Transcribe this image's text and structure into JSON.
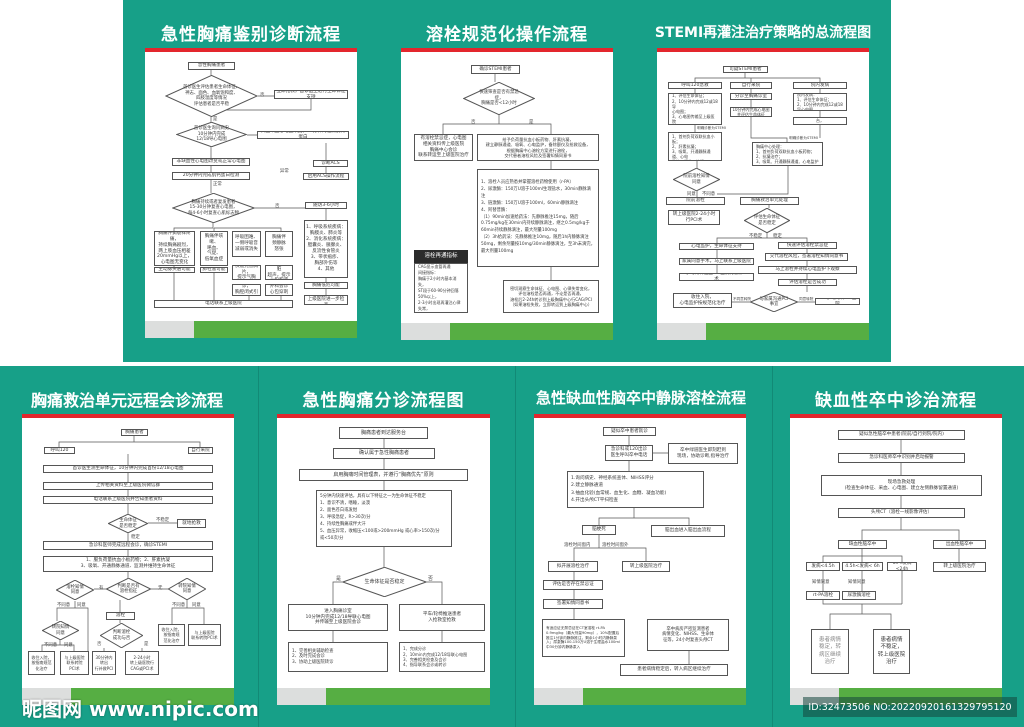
{
  "colors": {
    "background": "#17a088",
    "title_bar": "#e3262d",
    "accent_green": "#56ae43",
    "strip_gray": "#dcdedd"
  },
  "watermark": {
    "site": "昵图网 www.nipic.com",
    "id": "ID:32473506 NO:20220920161329795120"
  },
  "posters": [
    {
      "title": "急性胸痛鉴别诊断流程",
      "nodes": [
        "急性胸痛患者",
        "首诊医生评估患者生命体征、\n神志、面色、血氧饱和度、\n四肢温度等情况\n评估患者是否平稳",
        "立即抢救，首诊医生进行生命体征支持",
        "首诊医生询问病史\n10分钟内完成\n12/18导心电图",
        "典型缺血心电图改变，20分钟内检测肌钙蛋白",
        "非缺血性心电图改变或正常心电图",
        "20分钟内完成肌钙蛋白检测",
        "诊断ACS",
        "启用ACS操作流程",
        "胸痛持续或者复发患者\n15-30分钟复查心电图，\n每4-6小时复查心肌标志物",
        "随访3-6小时",
        "胸痛伴撕裂样疼痛，\n持续胸痛剧烈，\n两上肢血压相差\n20mmHg以上，\n心电图无变化",
        "胸痛伴咳嗽、\n咯血、\n气促、\n低氧血症",
        "呼吸困难、\n一侧呼吸音\n减弱或消失",
        "胸痛伴\n颈静脉\n怒张",
        "主动脉夹层可能",
        "肺栓塞可能",
        "快速完善胸片，\n提示气胸",
        "快速完善心脏\n超声，提示\n心包积液",
        "请外科会诊，\n胸腔闭式引流",
        "外科会诊\n心包穿刺",
        "1、呼吸系统疾病：\n胸膜炎、肺炎等\n2、消化系统疾病：\n胆囊炎、胰腺炎、\n反流性食管炎\n3、带状疱疹、\n胸部外伤等\n4、其他",
        "胸痛低危可能",
        "必要时建议到\n上级医院进一步检查",
        "电话联系上级医院"
      ],
      "labels": [
        "否",
        "是",
        "正常",
        "异常",
        "否"
      ]
    },
    {
      "title": "溶栓规范化操作流程",
      "nodes": [
        "确诊STEMI患者",
        "快速筛查是否有禁忌症，\n胸痛是否<12小时",
        "有溶栓禁忌症，心电图\n相关资料传上级医院\n胸痛中心会诊\n联系转运至上级医院治疗",
        "给予负荷量抗血小板药物、肝素抗凝，\n建立静脉通道、吸氧、心电监护，备除颤仪及抢救设备，\n根据胸痛中心溶栓方案进行溶栓，\n交代患者溶栓风险及签署知情同意书",
        "1、溶栓人员应熟悉并掌握溶栓药物使用（r-PA）\n2、尿激酶：150万U溶于100ml生理盐水，30min静脉滴注\n3、链激酶：150万U溶于100ml，60min静脉滴注\n4、阿替普酶：\n（1）90min加速给药法：先静脉推注15mg，随后0.75mg/kg在30min内持续静脉滴注，继之0.5mg/kg于60min持续静脉滴注，最大剂量100mg\n（2）3h给药法：先静脉推注10mg，随后1h内静脉滴注50mg，剩余剂量按10mg/30min静脉滴注，至3h末滴完，最大剂量100mg",
        "溶栓再通指标",
        "直接指标：\nCAG显示血管再通\n间接指标：\n胸痛于2小时内基本消失，\nST段于60-90分钟回落50%以上，\n2-3小时出现再灌注心律失常，\n酶峰提前",
        "密切观察生命体征、心电图、心律失常变化，\n评估溶栓是否再通，不论是否再通，\n溶栓后2-24h转诊到上级胸痛中心行CAG/PCI\n（如果溶栓失败，立即转运到上级胸痛中心）"
      ],
      "labels": [
        "否",
        "是"
      ]
    },
    {
      "title": "STEMI再灌注治疗策略的总流程图",
      "nodes": [
        "可疑STEMI患者",
        "呼叫120急救",
        "自行来院",
        "院内发病",
        "120急救流程：\n1、评估生命体征；\n2、10分钟内完成12或18导\n心电图；\n3、心电图传输至上级医院\n胸痛中心微信群",
        "分诊至胸痛诊室",
        "10分钟内完成心电图\n并评估生命体征",
        "院内发病：\n1、评估生命体征；\n2、10分钟内完成12或18导心电图",
        "上传心电图至胸痛中心平台，\n请上级医院会诊",
        "120救护：\n1、首剂负荷双联抗血小板；\n2、肝素抗凝；\n3、吸氧、开通静脉通道、心电\n监护、评估、转运",
        "胸痛中心处理：\n1、首剂负荷双联抗血小板药物；\n2、抗凝治疗；\n3、吸氧、开通静脉通道、心电监护",
        "院前溶栓知情同意",
        "院前溶栓",
        "胸痛救治单元处理",
        "转上级医院2-24小时\n行PCI术",
        "评估生命体征\n是否稳定",
        "心电监护，生命体征支持",
        "快速评估溶栓禁忌症",
        "家属同意手术，马上联系上级医院",
        "交代溶栓风险，签署溶栓知情同意书",
        "2小时内转运至PCI医院行急诊PCI术",
        "马上溶栓并持续心电监护下观察",
        "评估溶栓是否成功",
        "与家属沟通PCI事宜",
        "收住入院，\n心电监护按规范化治疗",
        "2-3小时内转PCI医院"
      ],
      "labels": [
        "明确诊断为STEMI",
        "明确诊断为STEMI",
        "同意",
        "不同意",
        "不稳定",
        "稳定",
        "不同意转院",
        "同意转院"
      ]
    },
    {
      "title": "胸痛救治单元远程会诊流程",
      "nodes": [
        "胸痛患者",
        "呼叫120",
        "自行来院",
        "首诊医生测生命体征，10分钟内完成首份12/18心电图",
        "上传相关资料至上级医院微信群",
        "电话联系上级医院并告知患者资料",
        "生命体征\n是否稳定",
        "就地抢救",
        "急诊科医师完成远程会诊，确诊STEMI",
        "1、服负荷量抗血小板药物；2、肝素抗凝\n3、吸氧、开通静脉通道、监测并维持生命体征",
        "判断是否有\n溶栓指征",
        "溶栓知情\n同意",
        "转院知情\n同意",
        "溶栓",
        "转院知情\n同意",
        "判断溶栓\n成功与否",
        "收住入院，\n按指南规\n范化治疗",
        "与上级医院\n联系转院PCI术",
        "收住入院，\n按指南规范\n化治疗",
        "与上级医院\n联系转院\nPCI术",
        "30分钟内\n转出\n行补救PCI",
        "2-24小时\n转上级医院行\nCAG或PCI术"
      ],
      "labels": [
        "不稳定",
        "稳定",
        "有",
        "无",
        "不同意",
        "同意",
        "不同意",
        "同意",
        "不同意",
        "同意",
        "否",
        "是"
      ]
    },
    {
      "title": "急性胸痛分诊流程图",
      "nodes": [
        "胸痛患者到达服务台",
        "确认属于急性胸痛患者",
        "启用胸痛时间管理表，并遵行“胸痛优先”原则",
        "5分钟内快速评估，具有以下特征之一为生命体征不稳定\n1、意识不清，嗜睡，淡漠\n2、面色苍白或发绀\n3、呼吸急促，R>30次/分\n4、持续性胸痛或伴大汗\n5、血压异常，收缩压<100或>200mmHg 或心率>150次/分\n或<50次/分",
        "生命体征是否稳定",
        "进入胸痛诊室\n10分钟内完成12/18导联心电图\n并传输至上级医院会诊",
        "平车/轮椅推送患者\n入抢救室抢救",
        "1、完善相关辅助检查\n2、及时完成会诊\n3、协助上级医院转诊",
        "1、完成分诊\n2、10min内完成12/18导联心电图\n3、完善相关检查及会诊\n4、指导联系会诊或转诊"
      ],
      "labels": [
        "是",
        "否"
      ]
    },
    {
      "title": "急性缺血性脑卒中静脉溶栓流程",
      "nodes": [
        "疑似卒中患者就诊",
        "急诊科或120出诊\n医生呼叫卒中电话",
        "卒中绿道医生即刻赶到\n现场，协助诊断,指导治疗",
        "1.询问病史、神经系统查体、NIHSS评分\n2.建立静脉通道\n3.抽血化验(血常规、血生化、血糖、凝血功能)\n4.开出头颅CT平扫检查",
        "脑梗死",
        "脑出血进入脑出血流程",
        "拟开展溶栓治疗",
        "转上级医院治疗",
        "评估是否存在禁忌证",
        "签署知情同意书",
        "有适应证无禁忌证在CT室溶栓 rt-PA 0.9mg/kg（最大剂量90mg），10%配置后推注1分钟内静脉推注，剩余1小时内静脉泵入；尿激酶100-150万U溶于生理盐水100ml中30分钟内静脉泵入",
        "卒中病房严密监测患者\n病情变化、NIHSS、生命体\n征等，24小时复查头颅CT",
        "患者病情稳定后，转入病区继续治疗"
      ],
      "labels": [
        "溶栓时间窗内",
        "溶栓时间窗外"
      ]
    },
    {
      "title": "缺血性卒中诊治流程",
      "nodes": [
        "疑似急性脑卒中患者(院前/自行到院/院内)",
        "急诊科医师卒中识别并启动报警",
        "现场急救处理\n(检查生命体征、采血、心电图、建立左侧静脉留置通道)",
        "头颅CT（溶栓一线影像评估）",
        "缺血性脑卒中",
        "出血性脑卒中",
        "发病<4.5h",
        "4.5h<发病< 6h",
        "6h<发病<24h",
        "rt-PA溶栓",
        "尿激酶溶栓",
        "转上级医院治疗",
        "患者病情\n稳定，转\n病区继续\n治疗",
        "患者病情\n不稳定，\n转上级医院\n治疗"
      ],
      "labels": [
        "知情同意",
        "知情同意"
      ]
    }
  ]
}
